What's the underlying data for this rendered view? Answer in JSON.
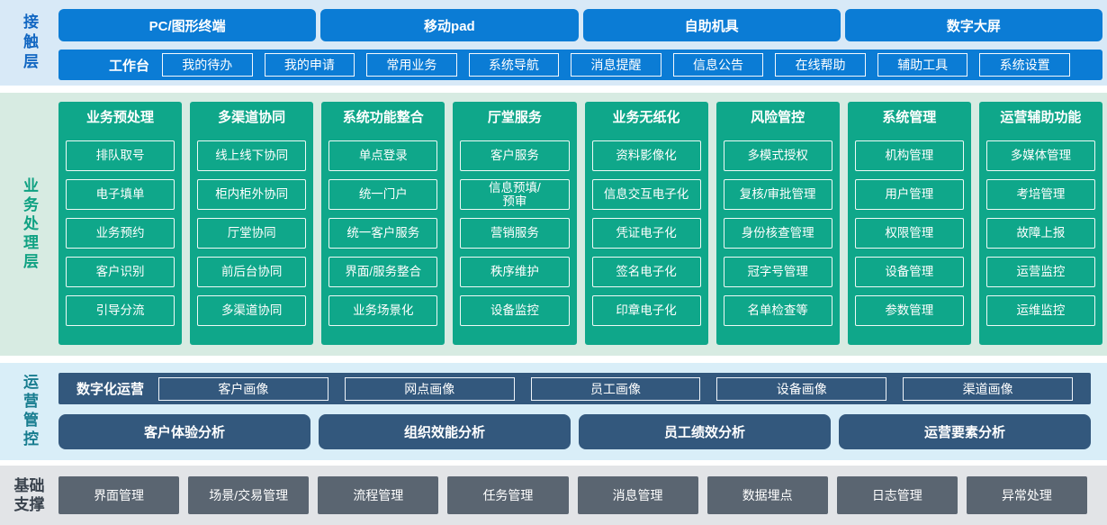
{
  "contact_layer": {
    "label": "接触层",
    "terminals": [
      "PC/图形终端",
      "移动pad",
      "自助机具",
      "数字大屏"
    ],
    "workbench": {
      "label": "工作台",
      "items": [
        "我的待办",
        "我的申请",
        "常用业务",
        "系统导航",
        "消息提醒",
        "信息公告",
        "在线帮助",
        "辅助工具",
        "系统设置"
      ]
    }
  },
  "business_layer": {
    "label": "业务处理层",
    "columns": [
      {
        "title": "业务预处理",
        "items": [
          "排队取号",
          "电子填单",
          "业务预约",
          "客户识别",
          "引导分流"
        ]
      },
      {
        "title": "多渠道协同",
        "items": [
          "线上线下协同",
          "柜内柜外协同",
          "厅堂协同",
          "前后台协同",
          "多渠道协同"
        ]
      },
      {
        "title": "系统功能整合",
        "items": [
          "单点登录",
          "统一门户",
          "统一客户服务",
          "界面/服务整合",
          "业务场景化"
        ]
      },
      {
        "title": "厅堂服务",
        "items": [
          "客户服务",
          "信息预填/\n预审",
          "营销服务",
          "秩序维护",
          "设备监控"
        ]
      },
      {
        "title": "业务无纸化",
        "items": [
          "资料影像化",
          "信息交互电子化",
          "凭证电子化",
          "签名电子化",
          "印章电子化"
        ]
      },
      {
        "title": "风险管控",
        "items": [
          "多模式授权",
          "复核/审批管理",
          "身份核查管理",
          "冠字号管理",
          "名单检查等"
        ]
      },
      {
        "title": "系统管理",
        "items": [
          "机构管理",
          "用户管理",
          "权限管理",
          "设备管理",
          "参数管理"
        ]
      },
      {
        "title": "运营辅助功能",
        "items": [
          "多媒体管理",
          "考培管理",
          "故障上报",
          "运营监控",
          "运维监控"
        ]
      }
    ]
  },
  "operation_layer": {
    "label": "运营管控",
    "digital": {
      "label": "数字化运营",
      "items": [
        "客户画像",
        "网点画像",
        "员工画像",
        "设备画像",
        "渠道画像"
      ]
    },
    "analysis": [
      "客户体验分析",
      "组织效能分析",
      "员工绩效分析",
      "运营要素分析"
    ]
  },
  "foundation_layer": {
    "label": "基础支撑",
    "items": [
      "界面管理",
      "场景/交易管理",
      "流程管理",
      "任务管理",
      "消息管理",
      "数据埋点",
      "日志管理",
      "异常处理"
    ]
  },
  "colors": {
    "accent_blue": "#0b7cd5",
    "accent_green": "#0fa78a",
    "accent_navy": "#33587d",
    "accent_gray": "#5a6571"
  }
}
